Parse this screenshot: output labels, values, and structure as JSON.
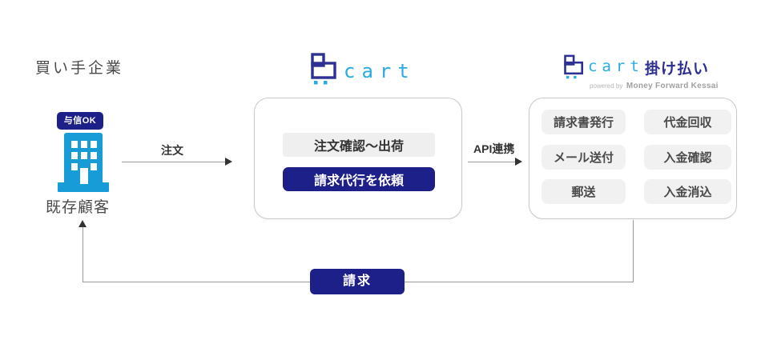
{
  "colors": {
    "navy": "#1d2088",
    "logo_navy": "#2e3192",
    "logo_light_blue": "#29abe2",
    "building_blue": "#189cd8",
    "pill_gray_bg": "#efeff0",
    "line_gray": "#999999",
    "text_dark": "#333333",
    "text_gray": "#4a4a4a"
  },
  "buyer": {
    "heading": "買い手企業",
    "credit_badge": "与信OK",
    "customer_label": "既存顧客",
    "building_icon": "building-icon"
  },
  "flows": {
    "order_label": "注文",
    "api_label": "API連携",
    "billing_label": "請求"
  },
  "bcart": {
    "logo_icon": "bcart-logo-icon",
    "logo_text": "cart",
    "steps": [
      {
        "label": "注文確認〜出荷",
        "style": "gray"
      },
      {
        "label": "請求代行を依頼",
        "style": "navy"
      }
    ]
  },
  "kakebarai": {
    "logo_icon": "bcart-logo-icon",
    "logo_text": "cart",
    "logo_suffix": "掛け払い",
    "powered_by": "powered by",
    "powered_brand": "Money Forward Kessai",
    "services": [
      "請求書発行",
      "代金回収",
      "メール送付",
      "入金確認",
      "郵送",
      "入金消込"
    ]
  }
}
